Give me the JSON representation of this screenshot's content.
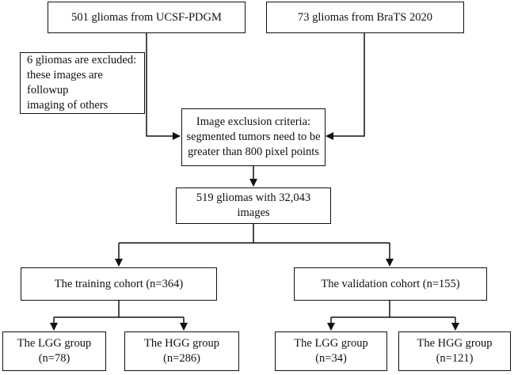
{
  "boxes": {
    "ucsf": {
      "lines": [
        "501 gliomas from UCSF-PDGM"
      ]
    },
    "brats": {
      "lines": [
        "73 gliomas from BraTS 2020"
      ]
    },
    "excluded": {
      "lines": [
        "6 gliomas are excluded:",
        "these images are followup",
        "imaging of others"
      ]
    },
    "criteria": {
      "lines": [
        "Image exclusion criteria:",
        "segmented tumors need to be",
        "greater than 800 pixel points"
      ]
    },
    "total": {
      "lines": [
        "519 gliomas with 32,043 images"
      ]
    },
    "training": {
      "lines": [
        "The training cohort (n=364)"
      ]
    },
    "validation": {
      "lines": [
        "The validation cohort (n=155)"
      ]
    },
    "train_lgg": {
      "lines": [
        "The LGG group",
        "(n=78)"
      ]
    },
    "train_hgg": {
      "lines": [
        "The HGG group",
        "(n=286)"
      ]
    },
    "val_lgg": {
      "lines": [
        "The LGG group",
        "(n=34)"
      ]
    },
    "val_hgg": {
      "lines": [
        "The HGG group",
        "(n=121)"
      ]
    }
  }
}
